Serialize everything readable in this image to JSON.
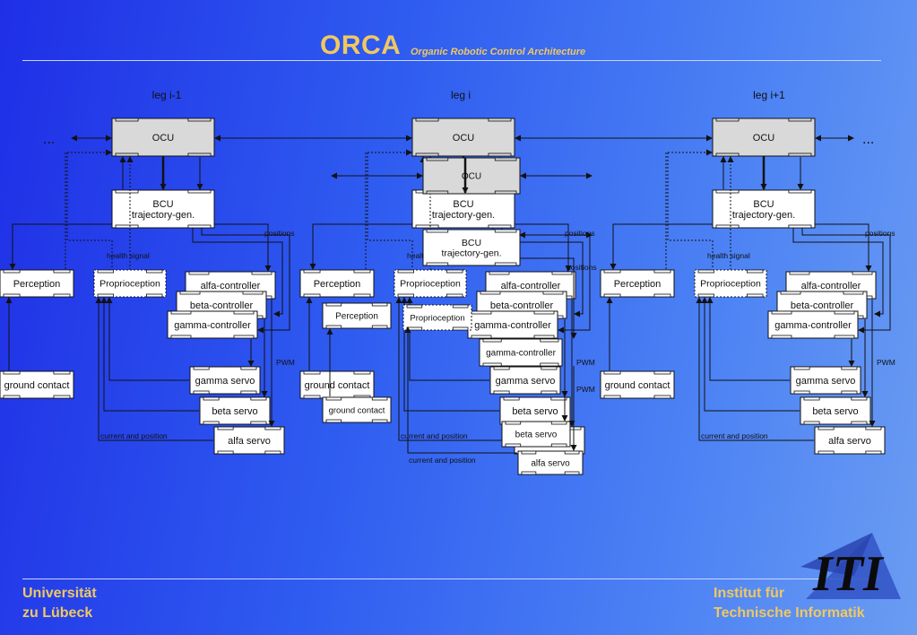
{
  "header": {
    "title": "ORCA",
    "subtitle": "Organic Robotic Control Architecture"
  },
  "legs": [
    {
      "label": "leg i-1"
    },
    {
      "label": "leg i"
    },
    {
      "label": "leg i+1"
    }
  ],
  "ellipsis": "...",
  "blocks": {
    "ocu": "OCU",
    "bcu_line1": "BCU",
    "bcu_line2": "trajectory-gen.",
    "perception": "Perception",
    "proprioception": "Proprioception",
    "alfa_controller": "alfa-controller",
    "beta_controller": "beta-controller",
    "gamma_controller": "gamma-controller",
    "gamma_servo": "gamma servo",
    "beta_servo": "beta servo",
    "alfa_servo": "alfa servo",
    "ground_contact": "ground contact"
  },
  "signals": {
    "positions": "positions",
    "health_signal": "health signal",
    "pwm": "PWM",
    "current_and_position": "current and position"
  },
  "footer": {
    "left_line1": "Universität",
    "left_line2": "zu Lübeck",
    "right_line1": "Institut für",
    "right_line2": "Technische Informatik"
  },
  "logo": {
    "text": "ITI"
  },
  "colors": {
    "block_fill": "#ffffff",
    "ocu_fill": "#d9d9d9",
    "line": "#111111",
    "accent": "#f0c860"
  }
}
